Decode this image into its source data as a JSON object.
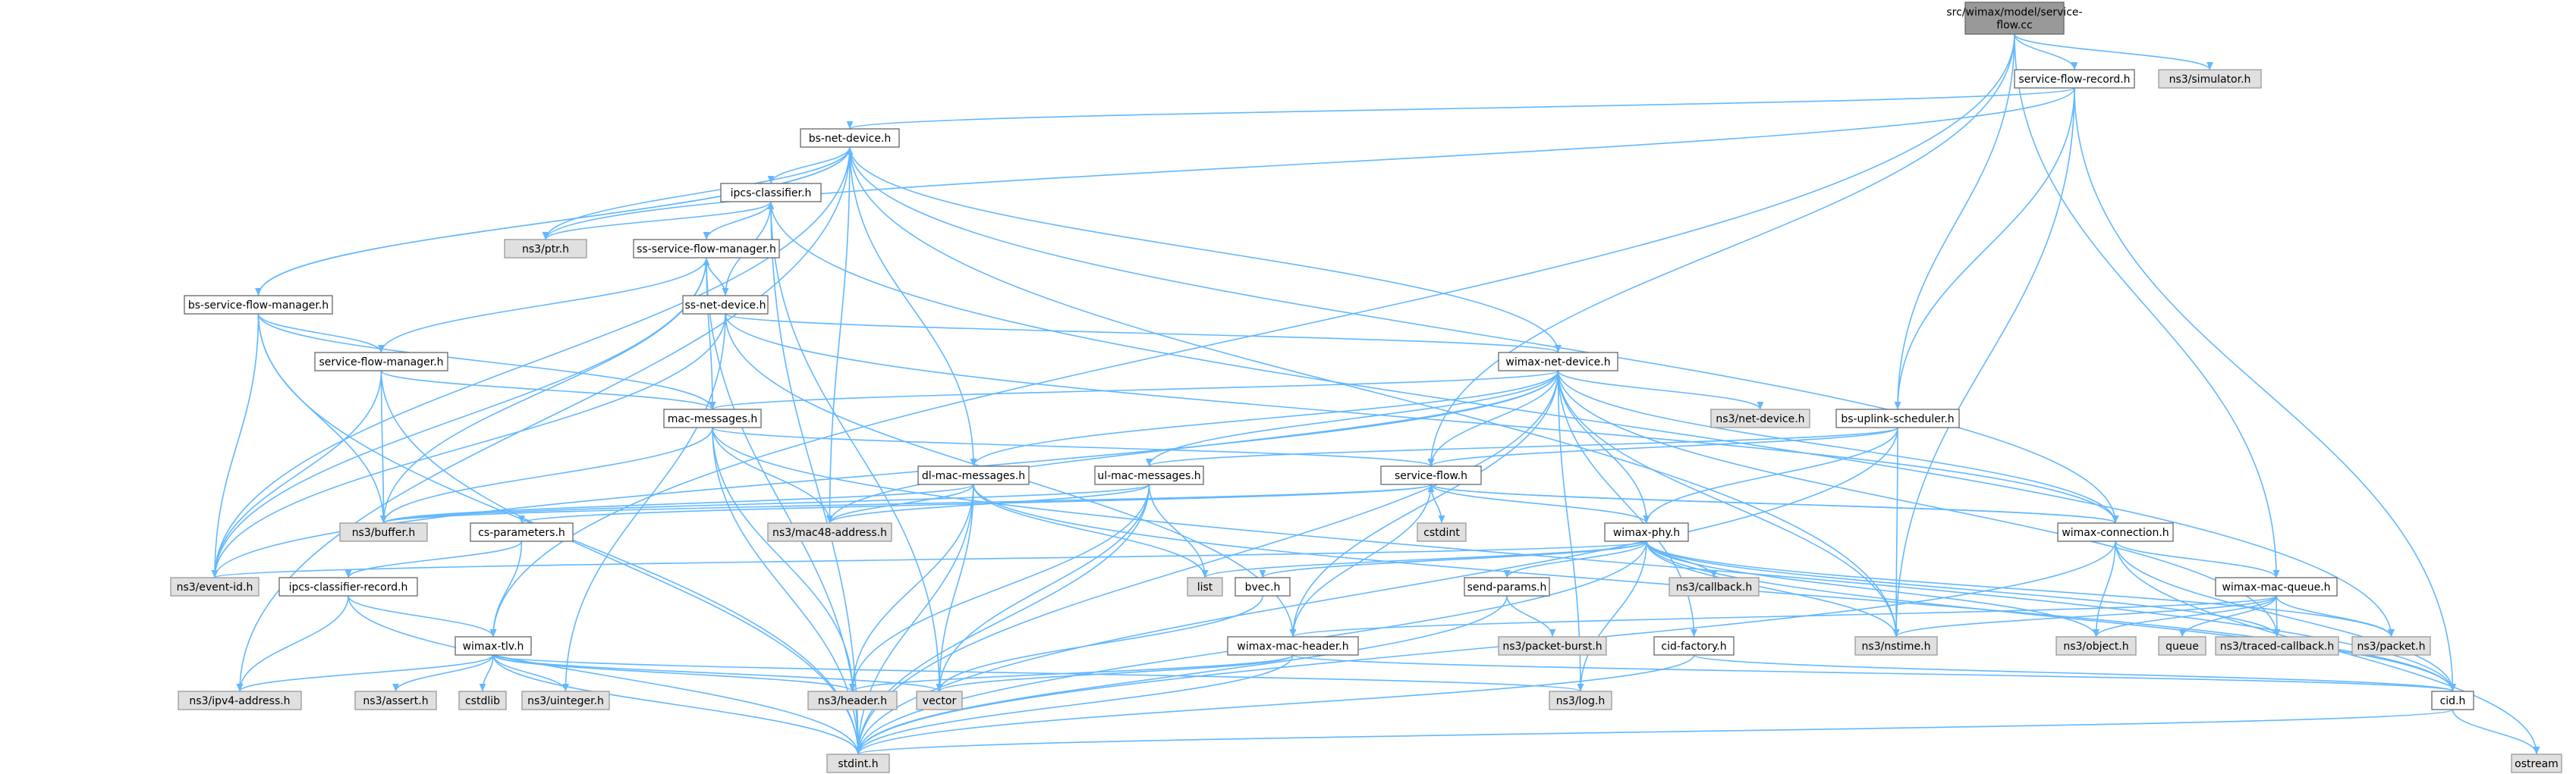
{
  "colors": {
    "root_fill": "#999999",
    "node_fill": "#ffffff",
    "external_fill": "#e0e0e0",
    "node_stroke": "#666666",
    "external_stroke": "#999999",
    "edge": "#63b8ff",
    "text": "#000000"
  },
  "nodes": [
    {
      "id": "root",
      "label": "src/wimax/model/service-flow.cc",
      "kind": "root"
    },
    {
      "id": "sfrecord",
      "label": "service-flow-record.h",
      "kind": "file"
    },
    {
      "id": "simulator",
      "label": "ns3/simulator.h",
      "kind": "external"
    },
    {
      "id": "bsnet",
      "label": "bs-net-device.h",
      "kind": "file"
    },
    {
      "id": "ipcs",
      "label": "ipcs-classifier.h",
      "kind": "file"
    },
    {
      "id": "ptr",
      "label": "ns3/ptr.h",
      "kind": "external"
    },
    {
      "id": "ssfm",
      "label": "ss-service-flow-manager.h",
      "kind": "file"
    },
    {
      "id": "bsfm",
      "label": "bs-service-flow-manager.h",
      "kind": "file"
    },
    {
      "id": "ssnet",
      "label": "ss-net-device.h",
      "kind": "file"
    },
    {
      "id": "sfm",
      "label": "service-flow-manager.h",
      "kind": "file"
    },
    {
      "id": "wimaxnet",
      "label": "wimax-net-device.h",
      "kind": "file"
    },
    {
      "id": "macmsg",
      "label": "mac-messages.h",
      "kind": "file"
    },
    {
      "id": "netdevice",
      "label": "ns3/net-device.h",
      "kind": "external"
    },
    {
      "id": "bsups",
      "label": "bs-uplink-scheduler.h",
      "kind": "file"
    },
    {
      "id": "dlmac",
      "label": "dl-mac-messages.h",
      "kind": "file"
    },
    {
      "id": "ulmac",
      "label": "ul-mac-messages.h",
      "kind": "file"
    },
    {
      "id": "sflow",
      "label": "service-flow.h",
      "kind": "file"
    },
    {
      "id": "buffer",
      "label": "ns3/buffer.h",
      "kind": "external"
    },
    {
      "id": "mac48",
      "label": "ns3/mac48-address.h",
      "kind": "external"
    },
    {
      "id": "cstdint",
      "label": "cstdint",
      "kind": "external"
    },
    {
      "id": "wconn",
      "label": "wimax-connection.h",
      "kind": "file"
    },
    {
      "id": "csparams",
      "label": "cs-parameters.h",
      "kind": "file"
    },
    {
      "id": "wphy",
      "label": "wimax-phy.h",
      "kind": "file"
    },
    {
      "id": "eventid",
      "label": "ns3/event-id.h",
      "kind": "external"
    },
    {
      "id": "list",
      "label": "list",
      "kind": "external"
    },
    {
      "id": "bvec",
      "label": "bvec.h",
      "kind": "file"
    },
    {
      "id": "sendparams",
      "label": "send-params.h",
      "kind": "file"
    },
    {
      "id": "callback",
      "label": "ns3/callback.h",
      "kind": "external"
    },
    {
      "id": "wmq",
      "label": "wimax-mac-queue.h",
      "kind": "file"
    },
    {
      "id": "ipcsrec",
      "label": "ipcs-classifier-record.h",
      "kind": "file"
    },
    {
      "id": "wtlv",
      "label": "wimax-tlv.h",
      "kind": "file"
    },
    {
      "id": "wmh",
      "label": "wimax-mac-header.h",
      "kind": "file"
    },
    {
      "id": "packetburst",
      "label": "ns3/packet-burst.h",
      "kind": "external"
    },
    {
      "id": "cidfactory",
      "label": "cid-factory.h",
      "kind": "file"
    },
    {
      "id": "nstime",
      "label": "ns3/nstime.h",
      "kind": "external"
    },
    {
      "id": "object",
      "label": "ns3/object.h",
      "kind": "external"
    },
    {
      "id": "queue",
      "label": "queue",
      "kind": "external"
    },
    {
      "id": "traced",
      "label": "ns3/traced-callback.h",
      "kind": "external"
    },
    {
      "id": "packet",
      "label": "ns3/packet.h",
      "kind": "external"
    },
    {
      "id": "ipv4",
      "label": "ns3/ipv4-address.h",
      "kind": "external"
    },
    {
      "id": "assert",
      "label": "ns3/assert.h",
      "kind": "external"
    },
    {
      "id": "cstdlib",
      "label": "cstdlib",
      "kind": "external"
    },
    {
      "id": "uinteger",
      "label": "ns3/uinteger.h",
      "kind": "external"
    },
    {
      "id": "header",
      "label": "ns3/header.h",
      "kind": "external"
    },
    {
      "id": "vector",
      "label": "vector",
      "kind": "external"
    },
    {
      "id": "log",
      "label": "ns3/log.h",
      "kind": "external"
    },
    {
      "id": "cid",
      "label": "cid.h",
      "kind": "file"
    },
    {
      "id": "stdint",
      "label": "stdint.h",
      "kind": "external"
    },
    {
      "id": "ostream",
      "label": "ostream",
      "kind": "external"
    }
  ],
  "edges": [
    [
      "root",
      "sfrecord"
    ],
    [
      "root",
      "simulator"
    ],
    [
      "root",
      "bsups"
    ],
    [
      "root",
      "sflow"
    ],
    [
      "root",
      "wtlv"
    ],
    [
      "root",
      "wmq"
    ],
    [
      "sfrecord",
      "bsnet"
    ],
    [
      "sfrecord",
      "ptr"
    ],
    [
      "sfrecord",
      "bsups"
    ],
    [
      "sfrecord",
      "nstime"
    ],
    [
      "sfrecord",
      "cid"
    ],
    [
      "bsnet",
      "ipcs"
    ],
    [
      "bsnet",
      "ptr"
    ],
    [
      "bsnet",
      "bsfm"
    ],
    [
      "bsnet",
      "wimaxnet"
    ],
    [
      "bsnet",
      "dlmac"
    ],
    [
      "bsnet",
      "mac48"
    ],
    [
      "bsnet",
      "eventid"
    ],
    [
      "bsnet",
      "ipv4"
    ],
    [
      "bsnet",
      "wconn"
    ],
    [
      "bsnet",
      "nstime"
    ],
    [
      "ipcs",
      "ptr"
    ],
    [
      "ipcs",
      "ssfm"
    ],
    [
      "ipcs",
      "vector"
    ],
    [
      "ipcs",
      "stdint"
    ],
    [
      "ipcs",
      "packet"
    ],
    [
      "ssfm",
      "ssnet"
    ],
    [
      "ssfm",
      "sfm"
    ],
    [
      "ssfm",
      "macmsg"
    ],
    [
      "ssfm",
      "buffer"
    ],
    [
      "ssfm",
      "eventid"
    ],
    [
      "ssfm",
      "stdint"
    ],
    [
      "ssnet",
      "ipcs"
    ],
    [
      "ssnet",
      "wimaxnet"
    ],
    [
      "ssnet",
      "eventid"
    ],
    [
      "ssnet",
      "uinteger"
    ],
    [
      "ssnet",
      "wmh"
    ],
    [
      "ssnet",
      "wconn"
    ],
    [
      "ssnet",
      "ssfm"
    ],
    [
      "bsfm",
      "bsnet"
    ],
    [
      "bsfm",
      "sfm"
    ],
    [
      "bsfm",
      "macmsg"
    ],
    [
      "bsfm",
      "buffer"
    ],
    [
      "bsfm",
      "eventid"
    ],
    [
      "bsfm",
      "stdint"
    ],
    [
      "sfm",
      "macmsg"
    ],
    [
      "sfm",
      "buffer"
    ],
    [
      "sfm",
      "eventid"
    ],
    [
      "sfm",
      "stdint"
    ],
    [
      "wimaxnet",
      "macmsg"
    ],
    [
      "wimaxnet",
      "netdevice"
    ],
    [
      "wimaxnet",
      "dlmac"
    ],
    [
      "wimaxnet",
      "ulmac"
    ],
    [
      "wimaxnet",
      "wphy"
    ],
    [
      "wimaxnet",
      "wconn"
    ],
    [
      "wimaxnet",
      "mac48"
    ],
    [
      "wimaxnet",
      "eventid"
    ],
    [
      "wimaxnet",
      "log"
    ],
    [
      "wimaxnet",
      "nstime"
    ],
    [
      "wimaxnet",
      "traced"
    ],
    [
      "wimaxnet",
      "wmh"
    ],
    [
      "wimaxnet",
      "cidfactory"
    ],
    [
      "wimaxnet",
      "stdint"
    ],
    [
      "wimaxnet",
      "sflow"
    ],
    [
      "macmsg",
      "sflow"
    ],
    [
      "macmsg",
      "buffer"
    ],
    [
      "macmsg",
      "mac48"
    ],
    [
      "macmsg",
      "header"
    ],
    [
      "macmsg",
      "stdint"
    ],
    [
      "macmsg",
      "cid"
    ],
    [
      "bsups",
      "sflow"
    ],
    [
      "bsups",
      "ulmac"
    ],
    [
      "bsups",
      "wphy"
    ],
    [
      "bsups",
      "nstime"
    ],
    [
      "bsups",
      "stdint"
    ],
    [
      "dlmac",
      "buffer"
    ],
    [
      "dlmac",
      "mac48"
    ],
    [
      "dlmac",
      "header"
    ],
    [
      "dlmac",
      "list"
    ],
    [
      "dlmac",
      "vector"
    ],
    [
      "dlmac",
      "stdint"
    ],
    [
      "dlmac",
      "cid"
    ],
    [
      "ulmac",
      "buffer"
    ],
    [
      "ulmac",
      "mac48"
    ],
    [
      "ulmac",
      "header"
    ],
    [
      "ulmac",
      "list"
    ],
    [
      "ulmac",
      "vector"
    ],
    [
      "ulmac",
      "stdint"
    ],
    [
      "sflow",
      "cstdint"
    ],
    [
      "sflow",
      "wconn"
    ],
    [
      "sflow",
      "csparams"
    ],
    [
      "sflow",
      "wmh"
    ],
    [
      "sflow",
      "wphy"
    ],
    [
      "sflow",
      "buffer"
    ],
    [
      "wconn",
      "sflow"
    ],
    [
      "wconn",
      "wmq"
    ],
    [
      "wconn",
      "object"
    ],
    [
      "wconn",
      "cid"
    ],
    [
      "wconn",
      "stdint"
    ],
    [
      "wconn",
      "ostream"
    ],
    [
      "csparams",
      "ipcsrec"
    ],
    [
      "csparams",
      "wtlv"
    ],
    [
      "wphy",
      "list"
    ],
    [
      "wphy",
      "bvec"
    ],
    [
      "wphy",
      "sendparams"
    ],
    [
      "wphy",
      "callback"
    ],
    [
      "wphy",
      "nstime"
    ],
    [
      "wphy",
      "object"
    ],
    [
      "wphy",
      "log"
    ],
    [
      "wphy",
      "stdint"
    ],
    [
      "wphy",
      "eventid"
    ],
    [
      "wphy",
      "traced"
    ],
    [
      "wphy",
      "packet"
    ],
    [
      "wphy",
      "cid"
    ],
    [
      "bvec",
      "vector"
    ],
    [
      "sendparams",
      "packetburst"
    ],
    [
      "sendparams",
      "stdint"
    ],
    [
      "wmq",
      "wmh"
    ],
    [
      "wmq",
      "nstime"
    ],
    [
      "wmq",
      "object"
    ],
    [
      "wmq",
      "queue"
    ],
    [
      "wmq",
      "traced"
    ],
    [
      "wmq",
      "packet"
    ],
    [
      "ipcsrec",
      "wtlv"
    ],
    [
      "ipcsrec",
      "ipv4"
    ],
    [
      "ipcsrec",
      "stdint"
    ],
    [
      "wtlv",
      "ipv4"
    ],
    [
      "wtlv",
      "assert"
    ],
    [
      "wtlv",
      "cstdlib"
    ],
    [
      "wtlv",
      "uinteger"
    ],
    [
      "wtlv",
      "header"
    ],
    [
      "wtlv",
      "vector"
    ],
    [
      "wtlv",
      "log"
    ],
    [
      "wtlv",
      "stdint"
    ],
    [
      "wmh",
      "header"
    ],
    [
      "wmh",
      "vector"
    ],
    [
      "wmh",
      "stdint"
    ],
    [
      "wmh",
      "cid"
    ],
    [
      "cidfactory",
      "cid"
    ],
    [
      "cidfactory",
      "stdint"
    ],
    [
      "cid",
      "stdint"
    ],
    [
      "cid",
      "ostream"
    ]
  ]
}
